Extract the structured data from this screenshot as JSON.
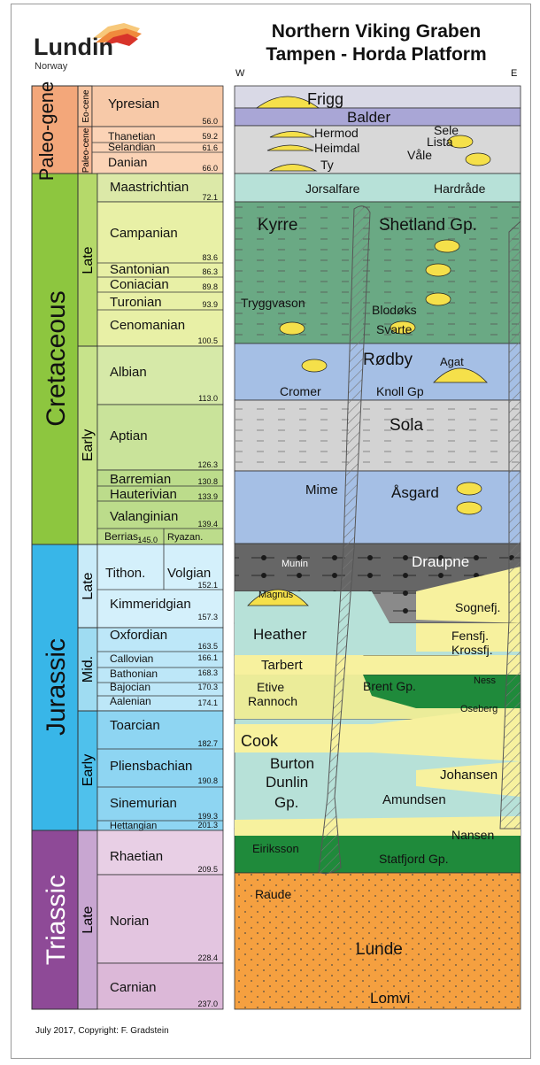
{
  "logo": {
    "name": "Lundin",
    "sub": "Norway"
  },
  "title": {
    "line1": "Northern Viking Graben",
    "line2": "Tampen - Horda Platform",
    "west": "W",
    "east": "E"
  },
  "footer": "July 2017, Copyright: F. Gradstein",
  "colors": {
    "paleogene": "#f3a77a",
    "cretaceous": "#8dc63f",
    "jurassic": "#38b6e8",
    "triassic": "#8e4a97"
  },
  "periods": [
    {
      "name": "Paleo-gene"
    },
    {
      "name": "Cretaceous"
    },
    {
      "name": "Jurassic"
    },
    {
      "name": "Triassic"
    }
  ],
  "epochs": [
    "Eo-cene",
    "Paleo-cene",
    "Late",
    "Early",
    "Late",
    "Mid.",
    "Early",
    "Late"
  ],
  "stages": [
    {
      "name": "Ypresian",
      "age": "56.0"
    },
    {
      "name": "Thanetian",
      "age": "59.2"
    },
    {
      "name": "Selandian",
      "age": "61.6"
    },
    {
      "name": "Danian",
      "age": "66.0"
    },
    {
      "name": "Maastrichtian",
      "age": "72.1"
    },
    {
      "name": "Campanian",
      "age": "83.6"
    },
    {
      "name": "Santonian",
      "age": "86.3"
    },
    {
      "name": "Coniacian",
      "age": "89.8"
    },
    {
      "name": "Turonian",
      "age": "93.9"
    },
    {
      "name": "Cenomanian",
      "age": "100.5"
    },
    {
      "name": "Albian",
      "age": "113.0"
    },
    {
      "name": "Aptian",
      "age": "126.3"
    },
    {
      "name": "Barremian",
      "age": "130.8"
    },
    {
      "name": "Hauterivian",
      "age": "133.9"
    },
    {
      "name": "Valanginian",
      "age": "139.4"
    },
    {
      "name": "Berrias.",
      "age": "145.0"
    },
    {
      "name": "Ryazan.",
      "age": ""
    },
    {
      "name": "Tithon.",
      "age": ""
    },
    {
      "name": "Volgian",
      "age": "152.1"
    },
    {
      "name": "Kimmeridgian",
      "age": "157.3"
    },
    {
      "name": "Oxfordian",
      "age": "163.5"
    },
    {
      "name": "Callovian",
      "age": "166.1"
    },
    {
      "name": "Bathonian",
      "age": "168.3"
    },
    {
      "name": "Bajocian",
      "age": "170.3"
    },
    {
      "name": "Aalenian",
      "age": "174.1"
    },
    {
      "name": "Toarcian",
      "age": "182.7"
    },
    {
      "name": "Pliensbachian",
      "age": "190.8"
    },
    {
      "name": "Sinemurian",
      "age": "199.3"
    },
    {
      "name": "Hettangian",
      "age": "201.3"
    },
    {
      "name": "Rhaetian",
      "age": "209.5"
    },
    {
      "name": "Norian",
      "age": "228.4"
    },
    {
      "name": "Carnian",
      "age": "237.0"
    }
  ],
  "units": [
    "Frigg",
    "Balder",
    "Hermod",
    "Sele",
    "Lista",
    "Heimdal",
    "Våle",
    "Ty",
    "Jorsalfare",
    "Hardråde",
    "Kyrre",
    "Shetland Gp.",
    "Tryggvason",
    "Blodøks",
    "Svarte",
    "Rødby",
    "Agat",
    "Cromer",
    "Knoll Gp",
    "Sola",
    "Mime",
    "Åsgard",
    "Munin",
    "Magnus",
    "Draupne",
    "Sognefj.",
    "Heather",
    "Fensfj.",
    "Krossfj.",
    "Tarbert",
    "Ness",
    "Etive",
    "Rannoch",
    "Brent Gp.",
    "Oseberg",
    "Cook",
    "Burton",
    "Dunlin",
    "Gp.",
    "Johansen",
    "Amundsen",
    "Nansen",
    "Eiriksson",
    "Statfjord Gp.",
    "Raude",
    "Lunde",
    "Lomvi"
  ]
}
